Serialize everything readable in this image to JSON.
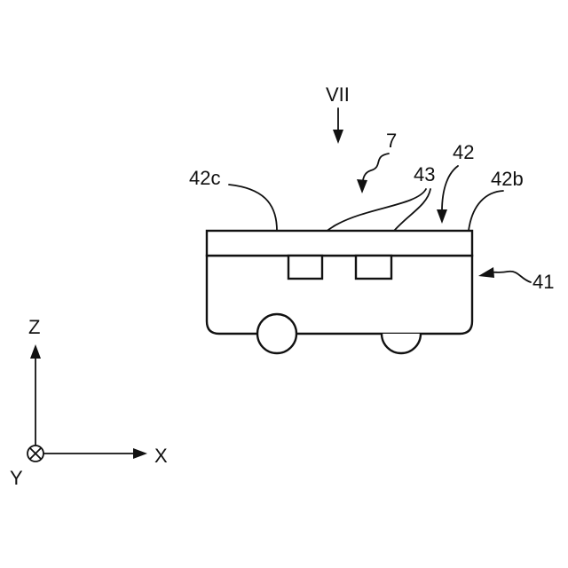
{
  "view_label": "VII",
  "labels": {
    "ref_7": "7",
    "ref_42": "42",
    "ref_42c": "42c",
    "ref_43": "43",
    "ref_42b": "42b",
    "ref_41": "41"
  },
  "axes": {
    "z": "Z",
    "x": "X",
    "y": "Y"
  }
}
